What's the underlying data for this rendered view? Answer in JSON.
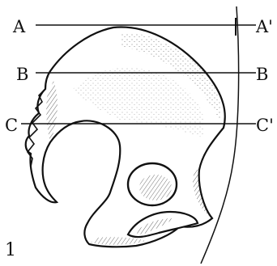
{
  "figure": {
    "number": "1",
    "lines": [
      {
        "left_label": "A",
        "right_label": "A'"
      },
      {
        "left_label": "B",
        "right_label": "B"
      },
      {
        "left_label": "C",
        "right_label": "C'"
      }
    ]
  },
  "style": {
    "ink_color": "#111111",
    "paper_color": "#ffffff"
  }
}
